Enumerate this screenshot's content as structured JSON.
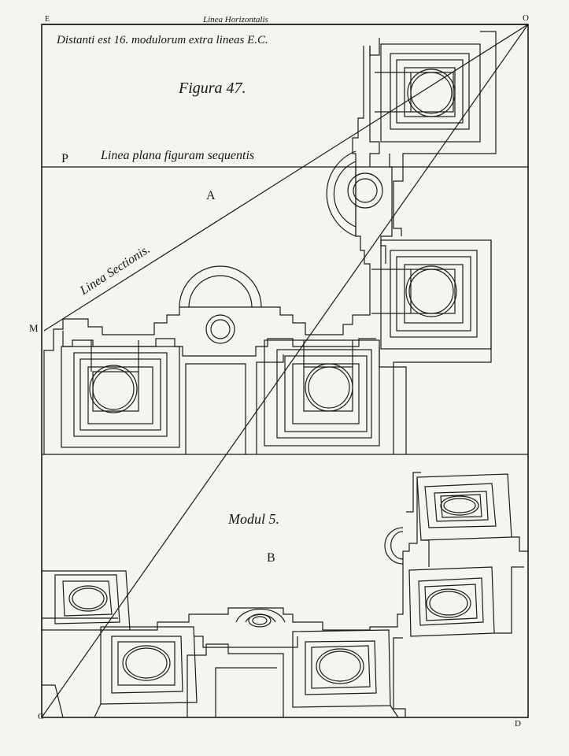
{
  "plate": {
    "corner_e": "E",
    "corner_o": "O",
    "corner_c": "C",
    "corner_d": "D",
    "label_p": "P",
    "label_m": "M",
    "label_a": "A",
    "label_b": "B",
    "linea_horizontalis": "Linea Horizontalis",
    "distance_note": "Distanti est 16. modulorum extra lineas E.C.",
    "figure_title": "Figura 47.",
    "linea_plana": "Linea plana figuram sequentis",
    "linea_sectionis": "Linea Sectionis.",
    "modul": "Modul 5."
  },
  "colors": {
    "ink": "#1a1a1a",
    "paper": "#f4f4f1"
  }
}
